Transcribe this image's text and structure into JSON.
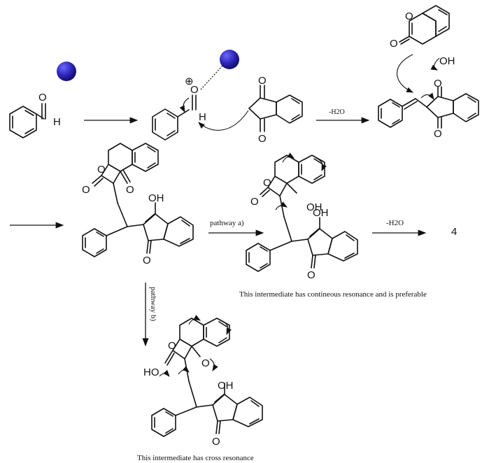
{
  "labels": {
    "atom_O": "O",
    "atom_H": "H",
    "atom_OH": "OH",
    "atom_HO": "HO",
    "plus": "⊕",
    "water_1": "-H2O",
    "water_2": "-H2O",
    "pathway_a": "pathway a)",
    "pathway_b": "pathway b)",
    "product": "4",
    "note_a": "This intermediate has contineous resonance and is preferable",
    "note_b": "This intermediate has cross resonance"
  },
  "colors": {
    "catalyst": "#2b24b5",
    "ink": "#111111"
  },
  "icons": [
    "catalyst-sphere-icon",
    "catalyst-sphere-icon"
  ]
}
